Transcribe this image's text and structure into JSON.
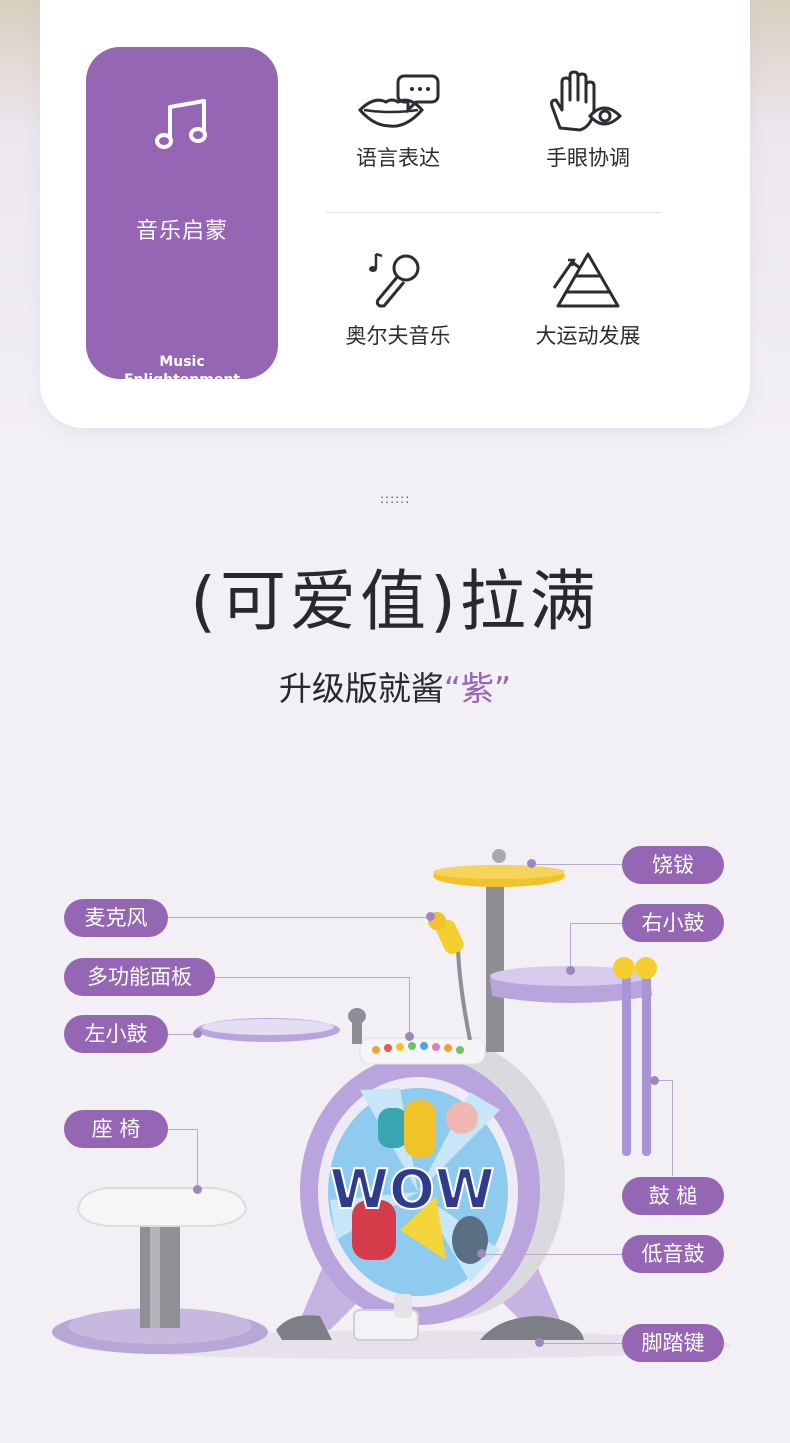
{
  "colors": {
    "accent": "#9466b3",
    "background": "#f2eff5"
  },
  "music_tile": {
    "title": "音乐启蒙",
    "subtitle": "Music Enlightenment",
    "icon": "music-note-icon"
  },
  "skills": [
    {
      "label": "语言表达",
      "icon": "lips-speech-icon"
    },
    {
      "label": "手眼协调",
      "icon": "hand-eye-icon"
    },
    {
      "label": "奥尔夫音乐",
      "icon": "microphone-icon"
    },
    {
      "label": "大运动发展",
      "icon": "pyramid-icon"
    }
  ],
  "section": {
    "dots": "::::::",
    "title": "(可爱值)拉满",
    "subtitle_main": "升级版就酱",
    "subtitle_accent": "“紫”"
  },
  "callouts": {
    "cymbal": "饶钹",
    "microphone": "麦克风",
    "right_drum": "右小鼓",
    "panel": "多功能面板",
    "left_drum": "左小鼓",
    "seat": "座 椅",
    "sticks": "鼓 槌",
    "bass_drum": "低音鼓",
    "pedal": "脚踏键"
  },
  "drum_front": {
    "text": "WOW"
  }
}
